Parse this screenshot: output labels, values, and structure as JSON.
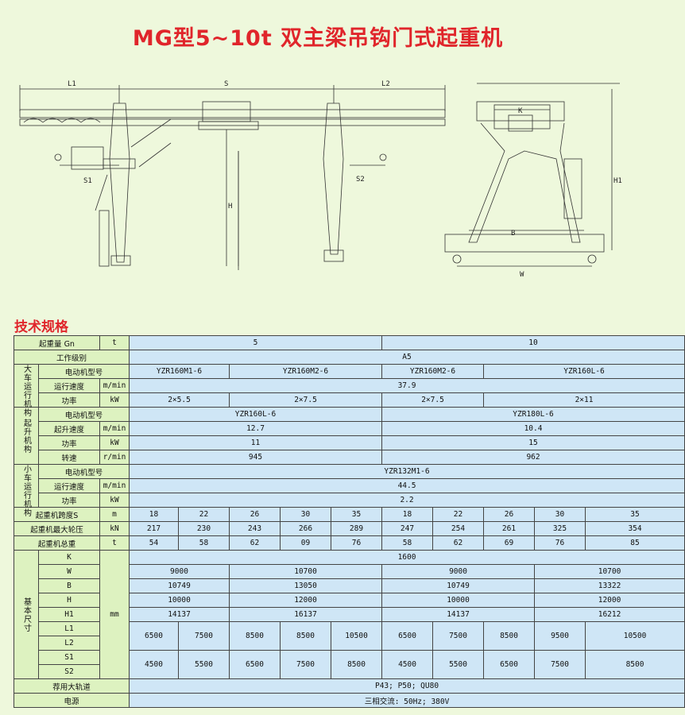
{
  "title": "MG型5~10t 双主梁吊钩门式起重机",
  "drawing": {
    "labels": {
      "L1": "L1",
      "S": "S",
      "L2": "L2",
      "S1": "S1",
      "S2": "S2",
      "H": "H",
      "H1": "H1",
      "K": "K",
      "B": "B",
      "W": "W"
    }
  },
  "section_title": "技术规格",
  "table": {
    "r1": {
      "label": "起重量 Gn",
      "unit": "t",
      "v5": "5",
      "v10": "10"
    },
    "r2": {
      "label": "工作级别",
      "value": "A5"
    },
    "dc": {
      "group": "大车运行机构",
      "motor": {
        "label": "电动机型号",
        "vals": [
          "YZR160M1-6",
          "YZR160M2-6",
          "YZR160M2-6",
          "YZR160L-6"
        ]
      },
      "speed": {
        "label": "运行速度",
        "unit": "m/min",
        "value": "37.9"
      },
      "power": {
        "label": "功率",
        "unit": "kW",
        "vals": [
          "2×5.5",
          "2×7.5",
          "2×7.5",
          "2×11"
        ]
      }
    },
    "qs": {
      "group": "起升机构",
      "motor": {
        "label": "电动机型号",
        "vals": [
          "YZR160L-6",
          "YZR180L-6"
        ]
      },
      "speed": {
        "label": "起升速度",
        "unit": "m/min",
        "vals": [
          "12.7",
          "10.4"
        ]
      },
      "power": {
        "label": "功率",
        "unit": "kW",
        "vals": [
          "11",
          "15"
        ]
      },
      "rpm": {
        "label": "转速",
        "unit": "r/min",
        "vals": [
          "945",
          "962"
        ]
      }
    },
    "xc": {
      "group": "小车运行机构",
      "motor": {
        "label": "电动机型号",
        "value": "YZR132M1-6"
      },
      "speed": {
        "label": "运行速度",
        "unit": "m/min",
        "value": "44.5"
      },
      "power": {
        "label": "功率",
        "unit": "kW",
        "value": "2.2"
      }
    },
    "span": {
      "label": "起重机跨度S",
      "unit": "m",
      "vals": [
        "18",
        "22",
        "26",
        "30",
        "35",
        "18",
        "22",
        "26",
        "30",
        "35"
      ]
    },
    "wheel": {
      "label": "起重机最大轮压",
      "unit": "kN",
      "vals": [
        "217",
        "230",
        "243",
        "266",
        "289",
        "247",
        "254",
        "261",
        "325",
        "354"
      ]
    },
    "weight": {
      "label": "起重机总重",
      "unit": "t",
      "vals": [
        "54",
        "58",
        "62",
        "09",
        "76",
        "58",
        "62",
        "69",
        "76",
        "85"
      ]
    },
    "dims": {
      "group": "基本尺寸",
      "unit": "mm",
      "K": {
        "label": "K",
        "value": "1600"
      },
      "W": {
        "label": "W",
        "vals": [
          "9000",
          "10700",
          "9000",
          "10700"
        ]
      },
      "B": {
        "label": "B",
        "vals": [
          "10749",
          "13050",
          "10749",
          "13322"
        ]
      },
      "H": {
        "label": "H",
        "vals": [
          "10000",
          "12000",
          "10000",
          "12000"
        ]
      },
      "H1": {
        "label": "H1",
        "vals": [
          "14137",
          "16137",
          "14137",
          "16212"
        ]
      },
      "L": {
        "label1": "L1",
        "label2": "L2",
        "vals": [
          "6500",
          "7500",
          "8500",
          "8500",
          "10500",
          "6500",
          "7500",
          "8500",
          "9500",
          "10500"
        ]
      },
      "S": {
        "label1": "S1",
        "label2": "S2",
        "vals": [
          "4500",
          "5500",
          "6500",
          "7500",
          "8500",
          "4500",
          "5500",
          "6500",
          "7500",
          "8500"
        ]
      }
    },
    "rail": {
      "label": "荐用大轨道",
      "value": "P43;  P50;  QU80"
    },
    "power_src": {
      "label": "电源",
      "value": "三相交流:  50Hz;  380V"
    }
  }
}
